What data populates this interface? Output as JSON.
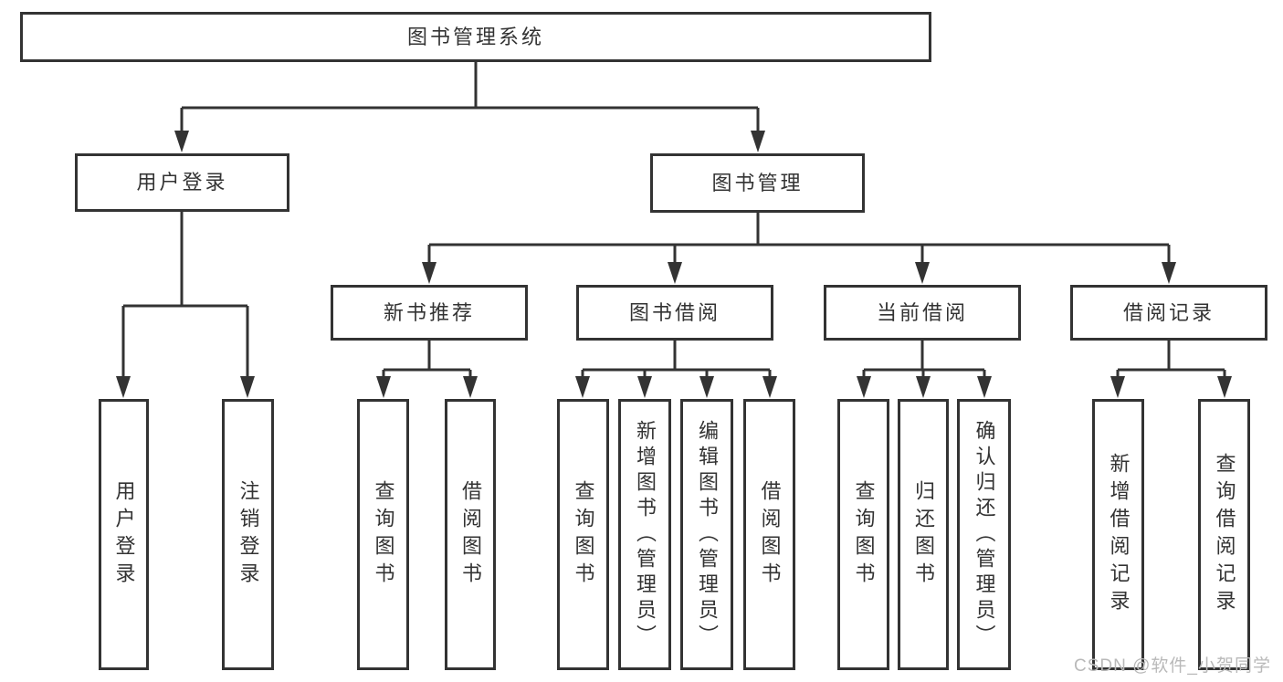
{
  "diagram": {
    "type": "tree",
    "root": {
      "label": "图书管理系统"
    },
    "level2": [
      {
        "label": "用户登录",
        "children": [
          {
            "label": "用户登录"
          },
          {
            "label": "注销登录"
          }
        ]
      },
      {
        "label": "图书管理",
        "children": [
          {
            "label": "新书推荐",
            "children": [
              {
                "label": "查询图书"
              },
              {
                "label": "借阅图书"
              }
            ]
          },
          {
            "label": "图书借阅",
            "children": [
              {
                "label": "查询图书"
              },
              {
                "label": "新增图书（管理员）"
              },
              {
                "label": "编辑图书（管理员）"
              },
              {
                "label": "借阅图书"
              }
            ]
          },
          {
            "label": "当前借阅",
            "children": [
              {
                "label": "查询图书"
              },
              {
                "label": "归还图书"
              },
              {
                "label": "确认归还（管理员）"
              }
            ]
          },
          {
            "label": "借阅记录",
            "children": [
              {
                "label": "新增借阅记录"
              },
              {
                "label": "查询借阅记录"
              }
            ]
          }
        ]
      }
    ]
  },
  "watermark": {
    "text": "CSDN @软件_小贺同学"
  },
  "colors": {
    "line": "#333333",
    "box_border": "#333333",
    "text": "#333333",
    "watermark": "#b9b9b9",
    "background": "#ffffff"
  }
}
